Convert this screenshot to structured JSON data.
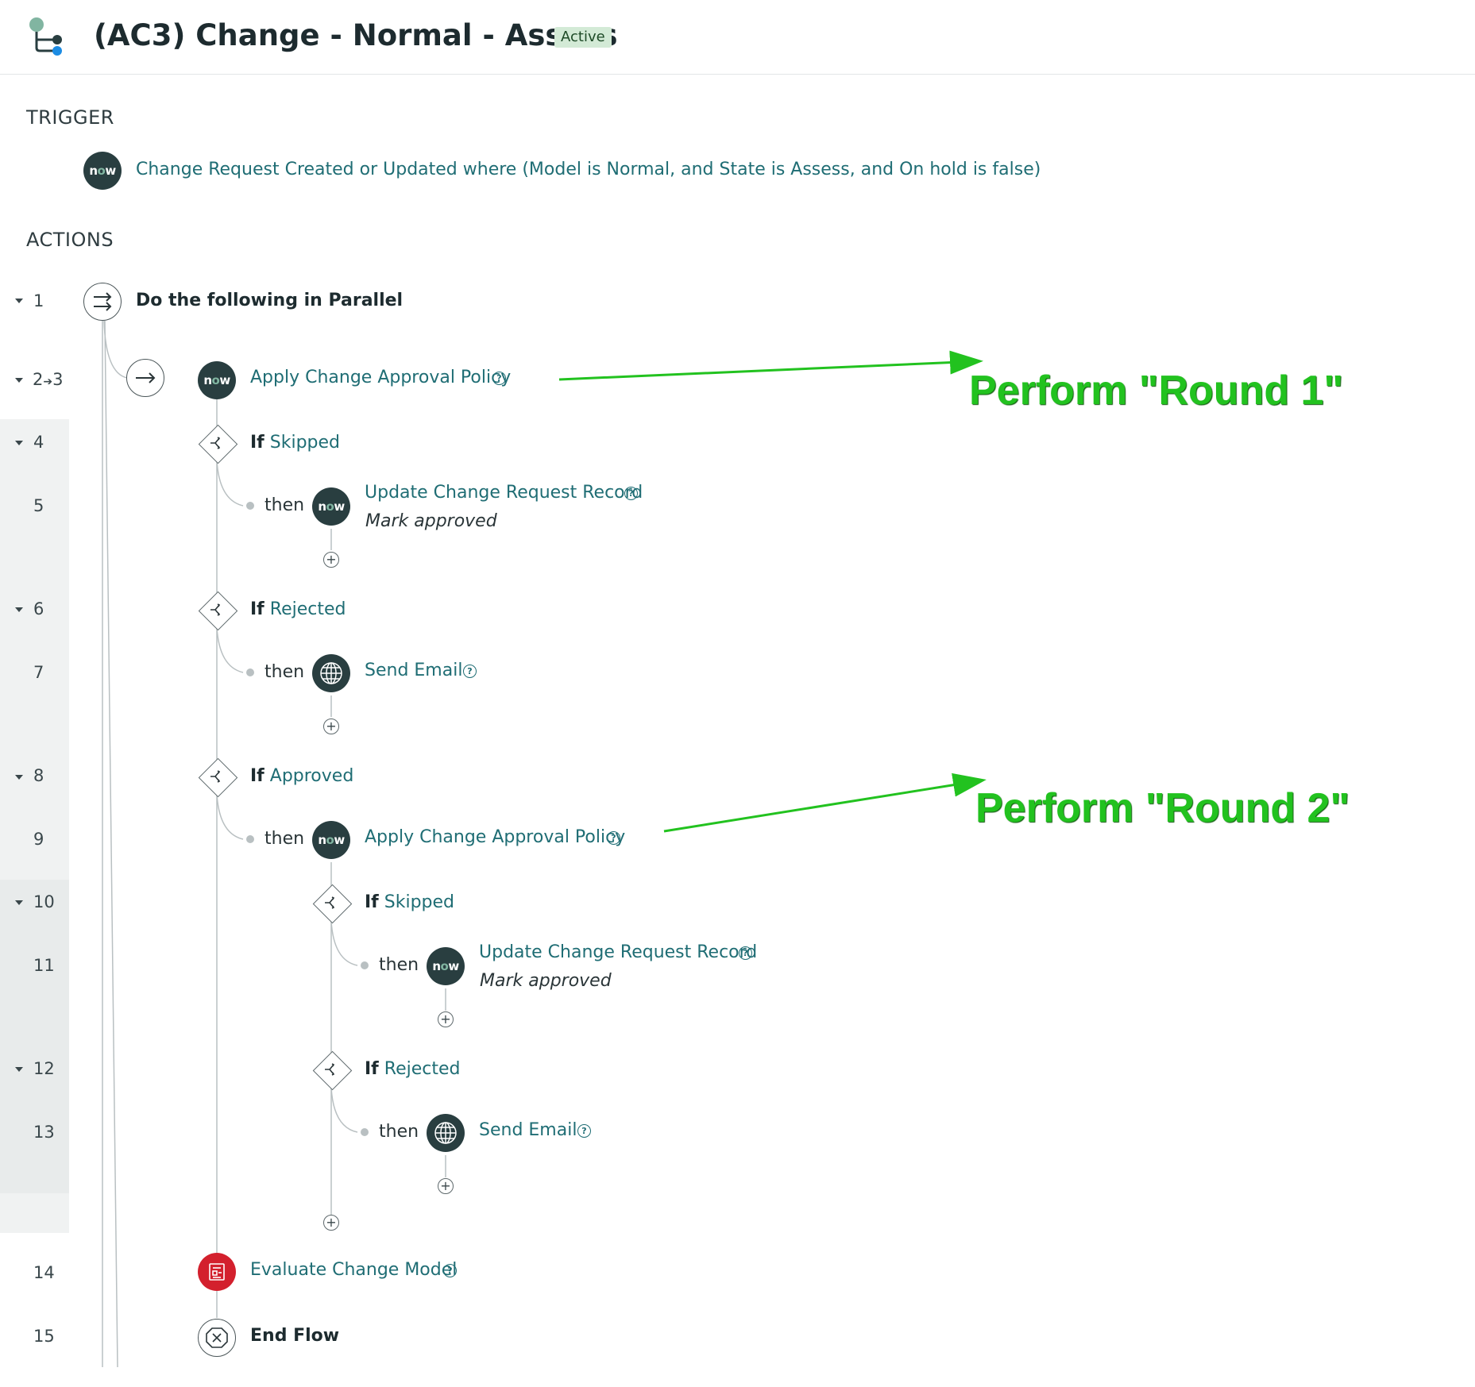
{
  "header": {
    "title": "(AC3) Change - Normal - Assess",
    "status": "Active"
  },
  "trigger": {
    "section_label": "TRIGGER",
    "text": "Change Request Created or Updated where (Model is Normal, and State is Assess, and On hold is false)"
  },
  "actions": {
    "section_label": "ACTIONS",
    "rows": [
      {
        "num": "1",
        "label": "Do the following in Parallel"
      },
      {
        "num": "2",
        "num_end": "3",
        "label": "Apply Change Approval Policy"
      },
      {
        "num": "4",
        "if": "If",
        "value": "Skipped"
      },
      {
        "num": "5",
        "then": "then",
        "label": "Update Change Request Record",
        "sub": "Mark approved"
      },
      {
        "num": "6",
        "if": "If",
        "value": "Rejected"
      },
      {
        "num": "7",
        "then": "then",
        "label": "Send Email"
      },
      {
        "num": "8",
        "if": "If",
        "value": "Approved"
      },
      {
        "num": "9",
        "then": "then",
        "label": "Apply Change Approval Policy"
      },
      {
        "num": "10",
        "if": "If",
        "value": "Skipped"
      },
      {
        "num": "11",
        "then": "then",
        "label": "Update Change Request Record",
        "sub": "Mark approved"
      },
      {
        "num": "12",
        "if": "If",
        "value": "Rejected"
      },
      {
        "num": "13",
        "then": "then",
        "label": "Send Email"
      },
      {
        "num": "14",
        "label": "Evaluate Change Model"
      },
      {
        "num": "15",
        "label": "End Flow"
      }
    ]
  },
  "icons": {
    "now_text_n": "n",
    "now_text_o": "o",
    "now_text_w": "w"
  },
  "annotations": {
    "round1": "Perform \"Round 1\"",
    "round2": "Perform \"Round 2\""
  },
  "colors": {
    "accent_link": "#1f6d74",
    "node_dark": "#293e40",
    "node_red": "#d3202d",
    "annotation_green": "#22c21f",
    "badge_bg": "#d3ead6"
  }
}
